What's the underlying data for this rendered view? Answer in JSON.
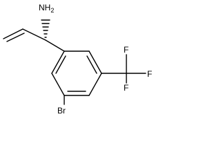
{
  "structure": {
    "atoms": {
      "amine": {
        "symbol": "N",
        "hydrogens": "H",
        "count": "2"
      },
      "bromine": "Br",
      "fluorine_1": "F",
      "fluorine_2": "F",
      "fluorine_3": "F"
    },
    "stereo": "hashed-wedge",
    "ink_color": "#000000",
    "background_color": "#ffffff"
  }
}
